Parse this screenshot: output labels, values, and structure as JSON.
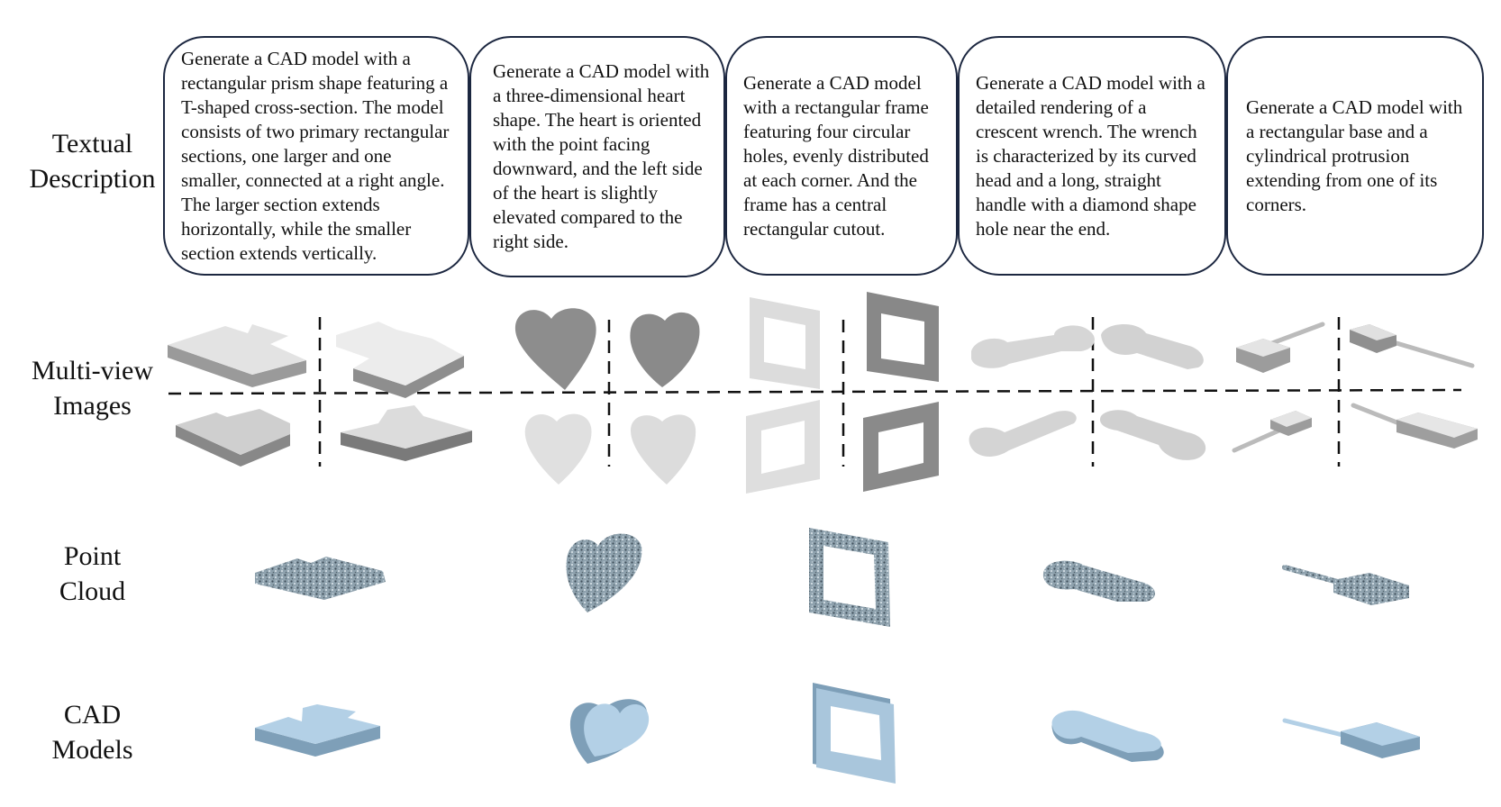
{
  "row_labels": {
    "text": [
      "Textual",
      "Description"
    ],
    "multiview": [
      "Multi-view",
      "Images"
    ],
    "pointcloud": [
      "Point",
      "Cloud"
    ],
    "cad": [
      "CAD",
      "Models"
    ]
  },
  "descriptions": [
    "Generate a CAD model with a rectangular prism shape featuring a T-shaped cross-section. The model consists of two primary rectangular sections, one larger and one smaller, connected at a right angle. The larger section extends horizontally, while the smaller section extends vertically.",
    "Generate a CAD model with a three-dimensional heart shape. The heart is oriented with the point facing downward, and the left side of the heart is slightly elevated compared to the right side.",
    "Generate a CAD model with a rectangular frame featuring four circular holes, evenly distributed at each corner.  And the frame has a central rectangular cutout.",
    "Generate a CAD model with a detailed rendering of a crescent wrench. The wrench is characterized by its curved head and a long, straight handle with a diamond shape hole near the end.",
    "Generate a CAD model with a rectangular base and a cylindrical protrusion extending from one of its corners."
  ],
  "objects": [
    "T-shaped prism",
    "heart",
    "rectangular frame",
    "crescent wrench",
    "rectangular base with cylindrical protrusion"
  ],
  "colors": {
    "box_border": "#1c2740",
    "multiview_top": "#e6e6e6",
    "multiview_side": "#9a9a9a",
    "point_cloud": "#7f93a0",
    "cad_top": "#b3d0e6",
    "cad_side": "#7e9fb8"
  }
}
